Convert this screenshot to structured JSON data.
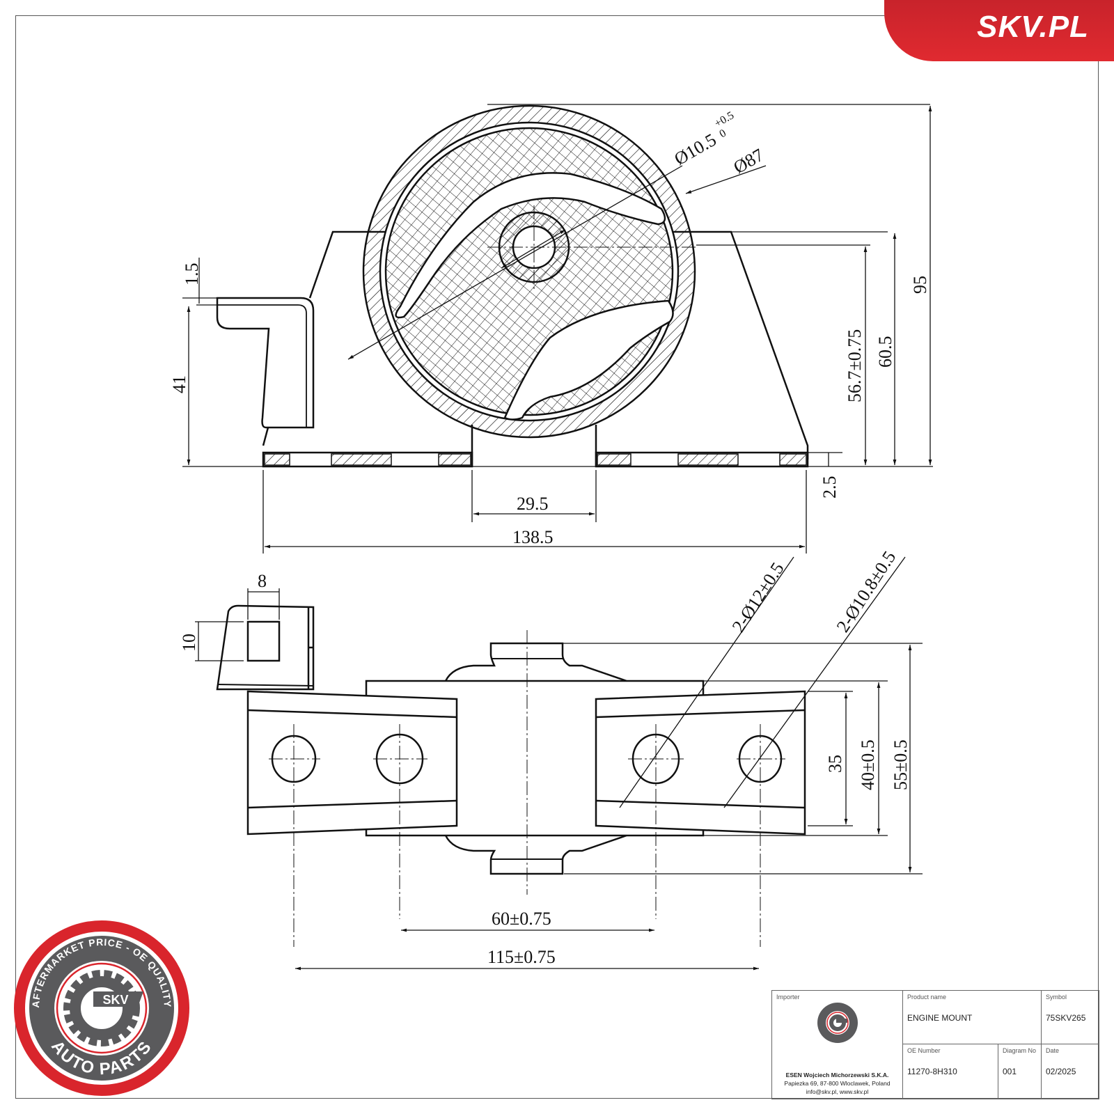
{
  "brand": {
    "logo_text": "SKV.PL",
    "color": "#d9252c"
  },
  "drawing": {
    "top_view": {
      "dims": {
        "hole_dia": "Ø10.5",
        "hole_tol_upper": "+0.5",
        "hole_tol_lower": "0",
        "outer_dia": "Ø87",
        "bracket_thickness": "1.5",
        "bracket_height": "41",
        "center_height": "56.7±0.75",
        "top_height": "60.5",
        "overall_height": "95",
        "base_thickness": "2.5",
        "center_gap": "29.5",
        "overall_width": "138.5"
      }
    },
    "bottom_view": {
      "dims": {
        "slot_width": "8",
        "slot_height": "10",
        "hole_large": "2-Ø12±0.5",
        "hole_small": "2-Ø10.8±0.5",
        "inner_width": "35",
        "bush_width": "40±0.5",
        "overall_depth": "55±0.5",
        "hole_spacing_inner": "60±0.75",
        "hole_spacing_outer": "115±0.75"
      }
    }
  },
  "seal": {
    "top_text": "AFTERMARKET PRICE - OE QUALITY",
    "bottom_text": "AUTO PARTS",
    "center_text": "SKV",
    "red": "#d9252c",
    "gray": "#5a5a5c"
  },
  "title_block": {
    "importer_label": "Importer",
    "importer_name": "ESEN Wojciech Michorzewski S.K.A.",
    "importer_address": "Papiezka 69, 87-800 Wloclawek, Poland",
    "importer_contact": "info@skv.pl, www.skv.pl",
    "product_name_label": "Product name",
    "product_name": "ENGINE MOUNT",
    "symbol_label": "Symbol",
    "symbol": "75SKV265",
    "oe_number_label": "OE Number",
    "oe_number": "11270-8H310",
    "diagram_no_label": "Diagram No",
    "diagram_no": "001",
    "date_label": "Date",
    "date": "02/2025"
  }
}
